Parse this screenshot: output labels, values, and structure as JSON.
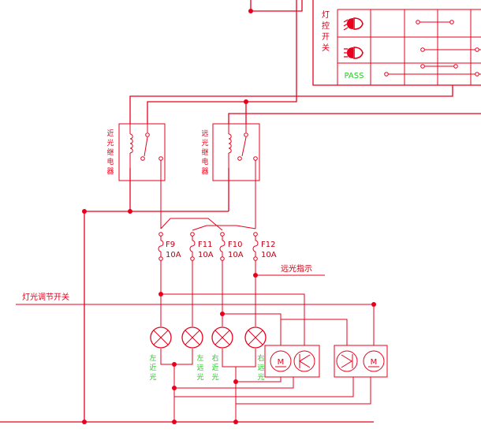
{
  "switch_panel": {
    "title_chars": [
      "灯",
      "控",
      "开",
      "关"
    ],
    "pass_label": "PASS",
    "icons": [
      "low-beam-headlight-icon",
      "high-beam-headlight-icon"
    ]
  },
  "relays": [
    {
      "label_chars": [
        "近",
        "光",
        "继",
        "电",
        "器"
      ]
    },
    {
      "label_chars": [
        "远",
        "光",
        "继",
        "电",
        "器"
      ]
    }
  ],
  "fuses": [
    {
      "name": "F9",
      "rating": "10A"
    },
    {
      "name": "F11",
      "rating": "10A"
    },
    {
      "name": "F10",
      "rating": "10A"
    },
    {
      "name": "F12",
      "rating": "10A"
    }
  ],
  "labels": {
    "high_beam_indicator": "远光指示",
    "dimmer_switch": "灯光调节开关"
  },
  "lamps": [
    {
      "chars": [
        "左",
        "近",
        "光"
      ]
    },
    {
      "chars": [
        "左",
        "远",
        "光"
      ]
    },
    {
      "chars": [
        "右",
        "近",
        "光"
      ]
    },
    {
      "chars": [
        "右",
        "远",
        "光"
      ]
    }
  ],
  "motor_symbol": "M",
  "colors": {
    "wire": "#e8001c",
    "label_green": "#1fd01f",
    "background": "#ffffff"
  }
}
